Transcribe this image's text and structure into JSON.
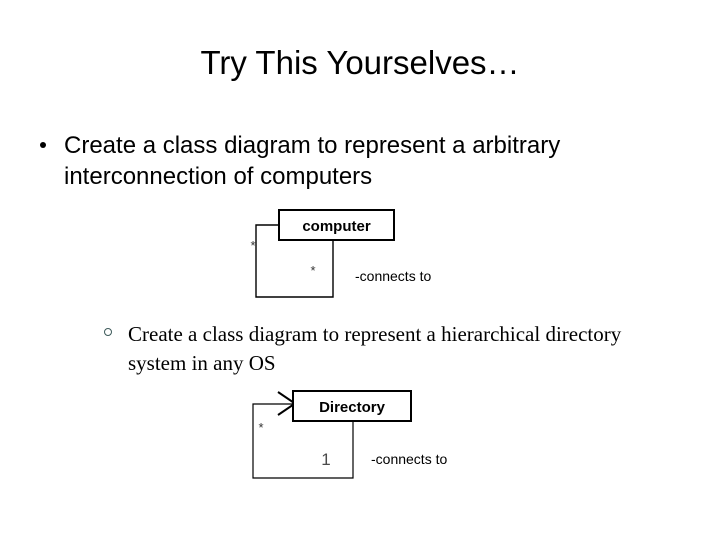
{
  "slide": {
    "title": "Try This Yourselves…",
    "background_color": "#ffffff",
    "text_color": "#000000"
  },
  "bullets": [
    {
      "level": 1,
      "marker": "filled-disc-bullet",
      "marker_color": "#000000",
      "text": "Create a class diagram to represent a arbitrary interconnection of computers"
    },
    {
      "level": 2,
      "marker": "hollow-ring-bullet",
      "marker_color": "#3d5a5a",
      "text": "Create a class diagram to represent a hierarchical directory system in any OS"
    }
  ],
  "diagrams": [
    {
      "id": "computer",
      "class_name": "computer",
      "association_label": "-connects to",
      "source_multiplicity": "*",
      "target_multiplicity": "*",
      "arrowhead": false
    },
    {
      "id": "directory",
      "class_name": "Directory",
      "association_label": "-connects to",
      "source_multiplicity": "*",
      "target_multiplicity": "1",
      "arrowhead": true
    }
  ]
}
